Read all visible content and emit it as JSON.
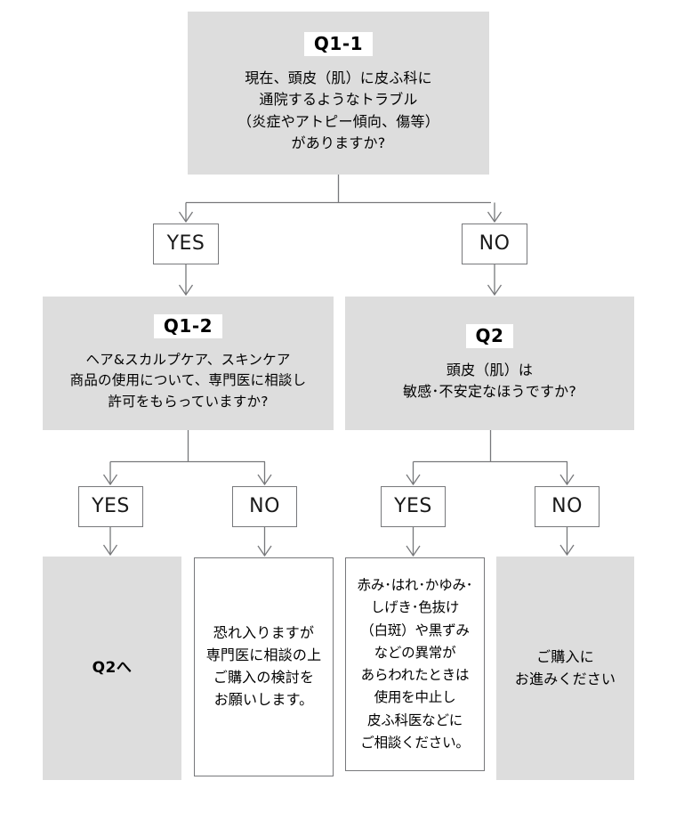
{
  "chart_data": {
    "type": "diagram",
    "title": "",
    "nodes": [
      {
        "id": "q1-1",
        "tag": "Q1-1",
        "text": "現在、頭皮（肌）に皮ふ科に\n通院するようなトラブル\n（炎症やアトピー傾向、傷等）\nがありますか?",
        "style": "gray"
      },
      {
        "id": "q1-2",
        "tag": "Q1-2",
        "text": "ヘア&スカルプケア、スキンケア\n商品の使用について、専門医に相談し\n許可をもらっていますか?",
        "style": "gray"
      },
      {
        "id": "q2",
        "tag": "Q2",
        "text": "頭皮（肌）は\n敏感･不安定なほうですか?",
        "style": "gray"
      },
      {
        "id": "result-q2he",
        "tag": "",
        "text": "Q2へ",
        "style": "gray"
      },
      {
        "id": "result-consult",
        "tag": "",
        "text": "恐れ入りますが\n専門医に相談の上\nご購入の検討を\nお願いします。",
        "style": "white"
      },
      {
        "id": "result-caution",
        "tag": "",
        "text": "赤み･はれ･かゆみ･\nしげき･色抜け\n（白斑）や黒ずみ\nなどの異常が\nあらわれたときは\n使用を中止し\n皮ふ科医などに\nご相談ください。",
        "style": "white"
      },
      {
        "id": "result-proceed",
        "tag": "",
        "text": "ご購入に\nお進みください",
        "style": "gray"
      }
    ],
    "choices": [
      {
        "id": "q1-1-yes",
        "label": "YES",
        "from": "q1-1",
        "to": "q1-2"
      },
      {
        "id": "q1-1-no",
        "label": "NO",
        "from": "q1-1",
        "to": "q2"
      },
      {
        "id": "q1-2-yes",
        "label": "YES",
        "from": "q1-2",
        "to": "result-q2he"
      },
      {
        "id": "q1-2-no",
        "label": "NO",
        "from": "q1-2",
        "to": "result-consult"
      },
      {
        "id": "q2-yes",
        "label": "YES",
        "from": "q2",
        "to": "result-caution"
      },
      {
        "id": "q2-no",
        "label": "NO",
        "from": "q2",
        "to": "result-proceed"
      }
    ],
    "colors": {
      "node_fill_gray": "#dddddd",
      "node_fill_white": "#ffffff",
      "node_border": "#77787b",
      "connector": "#77787b",
      "text": "#000000",
      "background": "#ffffff"
    }
  }
}
